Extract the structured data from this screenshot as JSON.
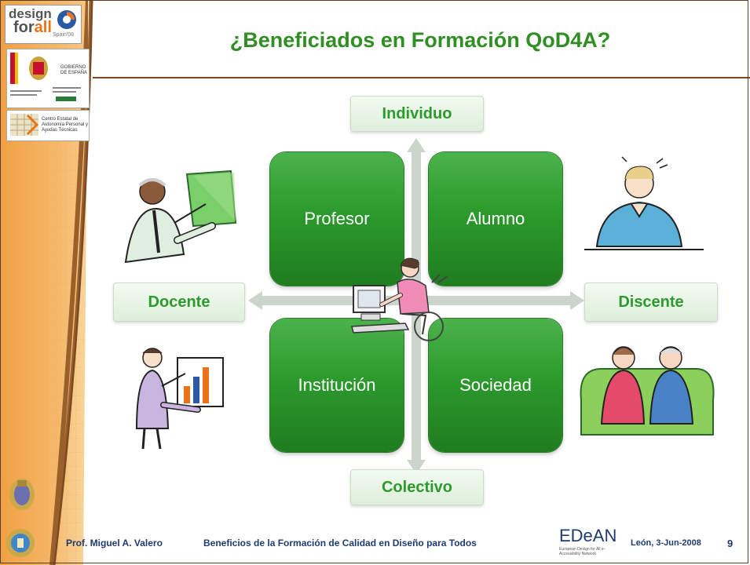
{
  "slide": {
    "title": "¿Beneficiados en Formación QoD4A?"
  },
  "logos": {
    "design_for_all_line1": "design",
    "design_for_all_line2a": "for",
    "design_for_all_line2b": "all",
    "design_for_all_sub": "Spain'08",
    "gobierno": "GOBIERNO DE ESPAÑA",
    "centro": "Centro Estatal de Autonomía Personal y Ayudas Técnicas",
    "edean": "EDeAN",
    "edean_sub": "European Design for All e-Accessibility Network"
  },
  "matrix": {
    "quadrants": [
      "Profesor",
      "Alumno",
      "Institución",
      "Sociedad"
    ],
    "axes": {
      "top": "Individuo",
      "bottom": "Colectivo",
      "left": "Docente",
      "right": "Discente"
    }
  },
  "footer": {
    "author": "Prof. Miguel A. Valero",
    "title": "Beneficios de la Formación de Calidad en Diseño para Todos",
    "place_date": "León, 3-Jun-2008",
    "page": "9"
  },
  "colors": {
    "title_green": "#2f8f22",
    "quad_green": "#2c9a2c",
    "footer_blue": "#1f3a73",
    "band_brown": "#8a5a2b",
    "band_orange": "#f3a44a"
  }
}
